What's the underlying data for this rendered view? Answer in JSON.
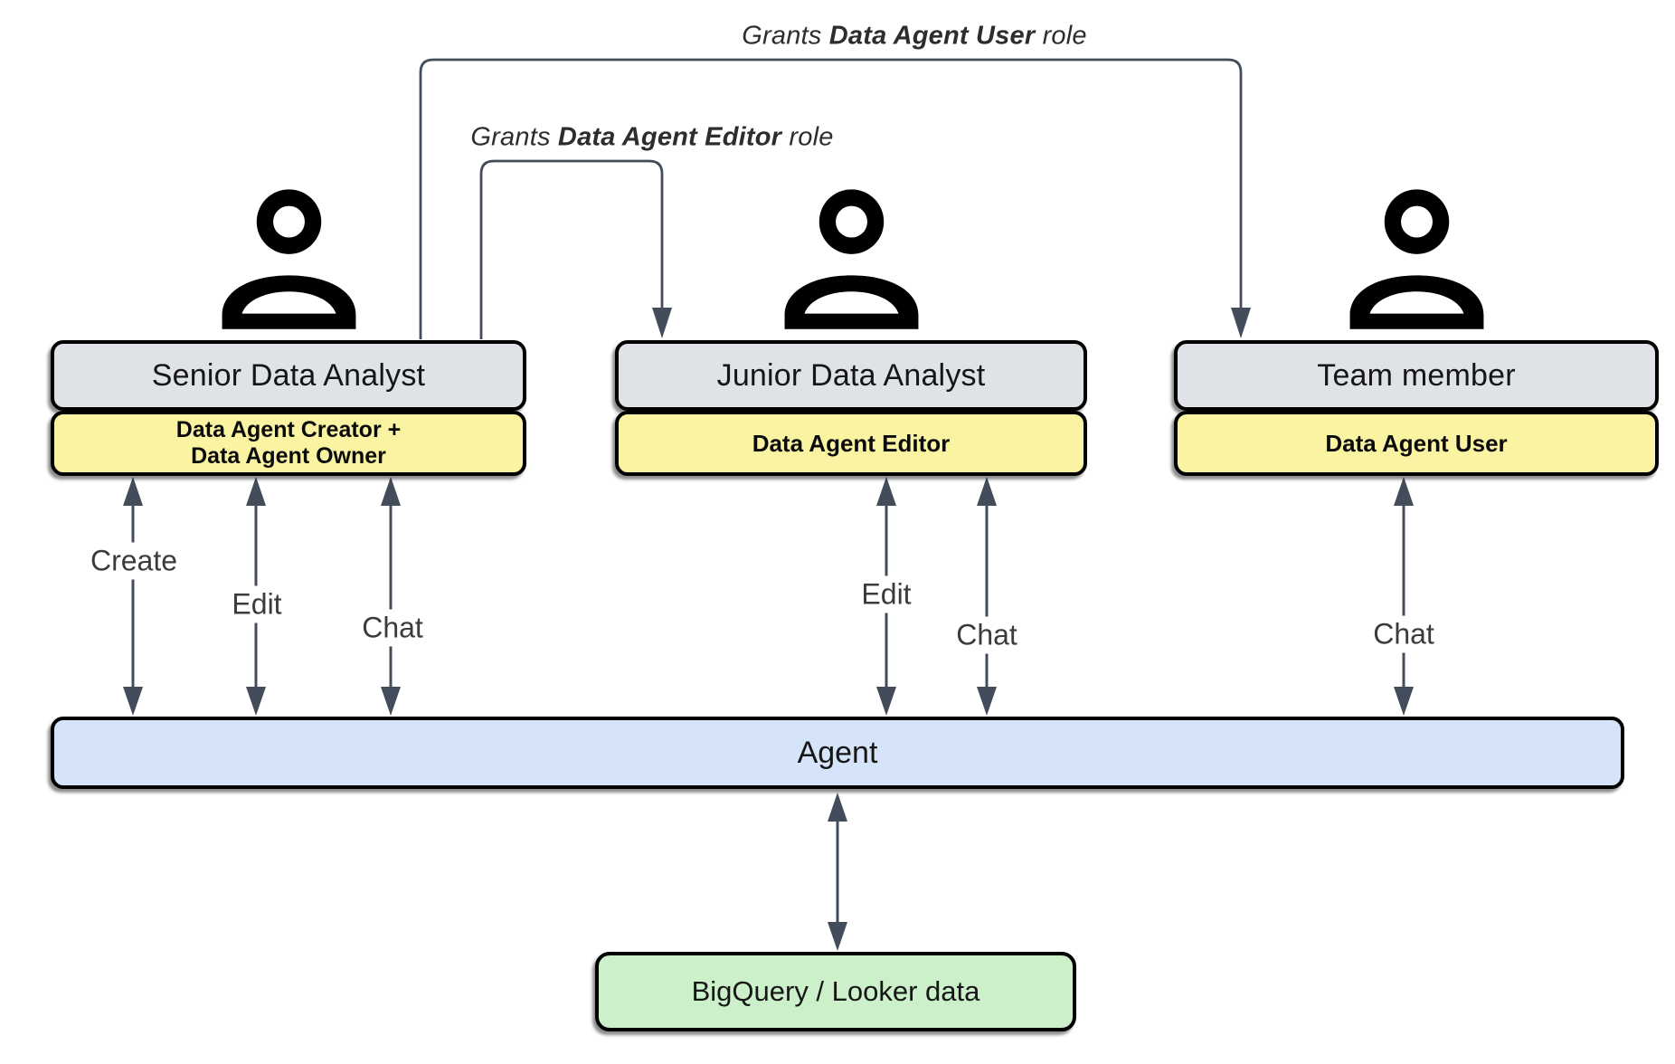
{
  "colors": {
    "gray": "#dfe2e7",
    "yellow": "#faf3a1",
    "blue": "#d6e4fa",
    "green": "#ccf1ca",
    "wire": "#434c5a",
    "title": "#161616",
    "label": "#3b3b3b"
  },
  "grants": [
    {
      "prefix": "Grants ",
      "role": "Data Agent User",
      "suffix": " role"
    },
    {
      "prefix": "Grants ",
      "role": "Data Agent Editor",
      "suffix": " role"
    }
  ],
  "actors": [
    {
      "title": "Senior Data Analyst",
      "icon": "person-icon",
      "roles": [
        "Data Agent Creator +",
        "Data Agent Owner"
      ],
      "actions": [
        "Create",
        "Edit",
        "Chat"
      ]
    },
    {
      "title": "Junior Data Analyst",
      "icon": "person-icon",
      "roles": [
        "Data Agent Editor"
      ],
      "actions": [
        "Edit",
        "Chat"
      ]
    },
    {
      "title": "Team member",
      "icon": "person-icon",
      "roles": [
        "Data Agent User"
      ],
      "actions": [
        "Chat"
      ]
    }
  ],
  "agent": {
    "label": "Agent"
  },
  "datastore": {
    "label": "BigQuery / Looker data"
  }
}
